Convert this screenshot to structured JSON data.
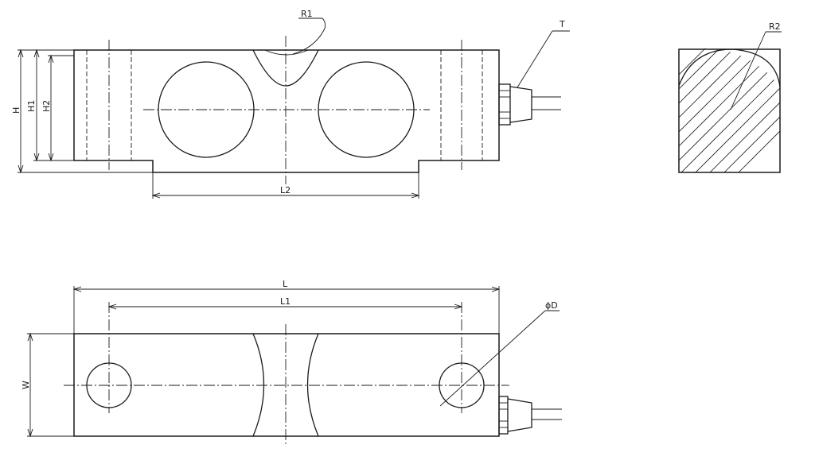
{
  "dimensions": {
    "H": "H",
    "H1": "H1",
    "H2": "H2",
    "L": "L",
    "L1": "L1",
    "L2": "L2",
    "W": "W",
    "R1": "R1",
    "R2": "R2",
    "T": "T",
    "D": "ϕD"
  },
  "colors": {
    "line": "#1a1a1a",
    "background": "#ffffff"
  }
}
